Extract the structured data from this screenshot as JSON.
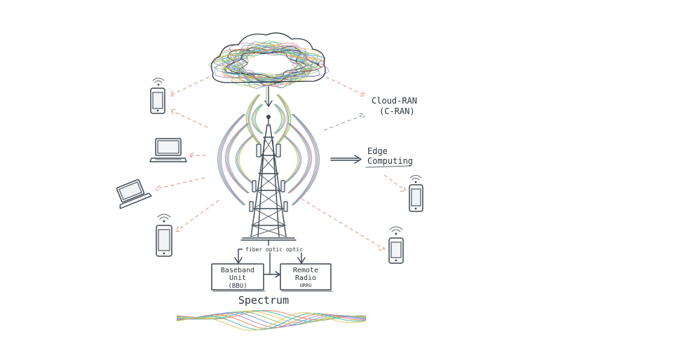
{
  "labels": {
    "cloud_ran_line1": "Cloud-RAN",
    "cloud_ran_line2": "(C-RAN)",
    "edge_line1": "Edge",
    "edge_line2": "Computing",
    "fiber": "fiber optic optic",
    "bbu_line1": "Baseband",
    "bbu_line2": "Unit",
    "bbu_line3": "(BBU)",
    "rru_line1": "Remote",
    "rru_line2": "Radio",
    "rru_line3": "URRU",
    "spectrum": "Spectrum"
  },
  "colors": {
    "ink": "#2e3640",
    "wave_red": "#e0846f",
    "wave_teal": "#4db6a8",
    "wave_yellow": "#e3c65a",
    "wave_green": "#8cc27a",
    "wave_blue": "#6d9ed8",
    "wave_purple": "#a88bcf"
  },
  "icons": [
    "cloud-icon",
    "cell-tower-icon",
    "smartphone-icon",
    "laptop-icon",
    "wifi-icon"
  ]
}
